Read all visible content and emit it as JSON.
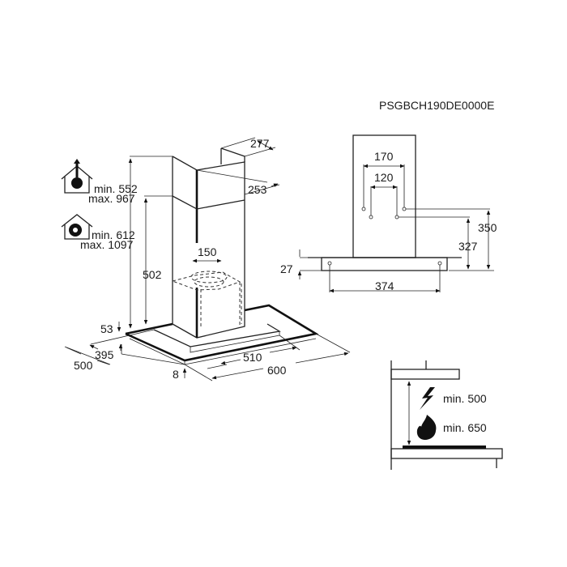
{
  "model_code": "PSGBCH190DE0000E",
  "isometric_view": {
    "chimney_depth": "277",
    "chimney_inner_depth": "253",
    "extraction_height": {
      "min": "min. 552",
      "max": "max. 967"
    },
    "recirculation_height": {
      "min": "min. 612",
      "max": "max. 1097"
    },
    "lower_chimney_height": "502",
    "duct_diameter": "150",
    "canopy_height": "53",
    "depth_inner": "395",
    "depth_total": "500",
    "width_inner": "510",
    "width_total": "600",
    "glass_thickness": "8",
    "icons": [
      "extraction-mode-icon",
      "recirculation-mode-icon"
    ]
  },
  "front_view": {
    "bracket_outer_spacing": "170",
    "bracket_inner_spacing": "120",
    "outer_hole_height": "350",
    "inner_hole_height": "327",
    "canopy_hole_spacing": "374",
    "canopy_thickness": "27"
  },
  "clearance_view": {
    "electric": "min. 500",
    "gas": "min. 650",
    "icons": [
      "electric-hob-icon",
      "gas-flame-icon"
    ]
  }
}
